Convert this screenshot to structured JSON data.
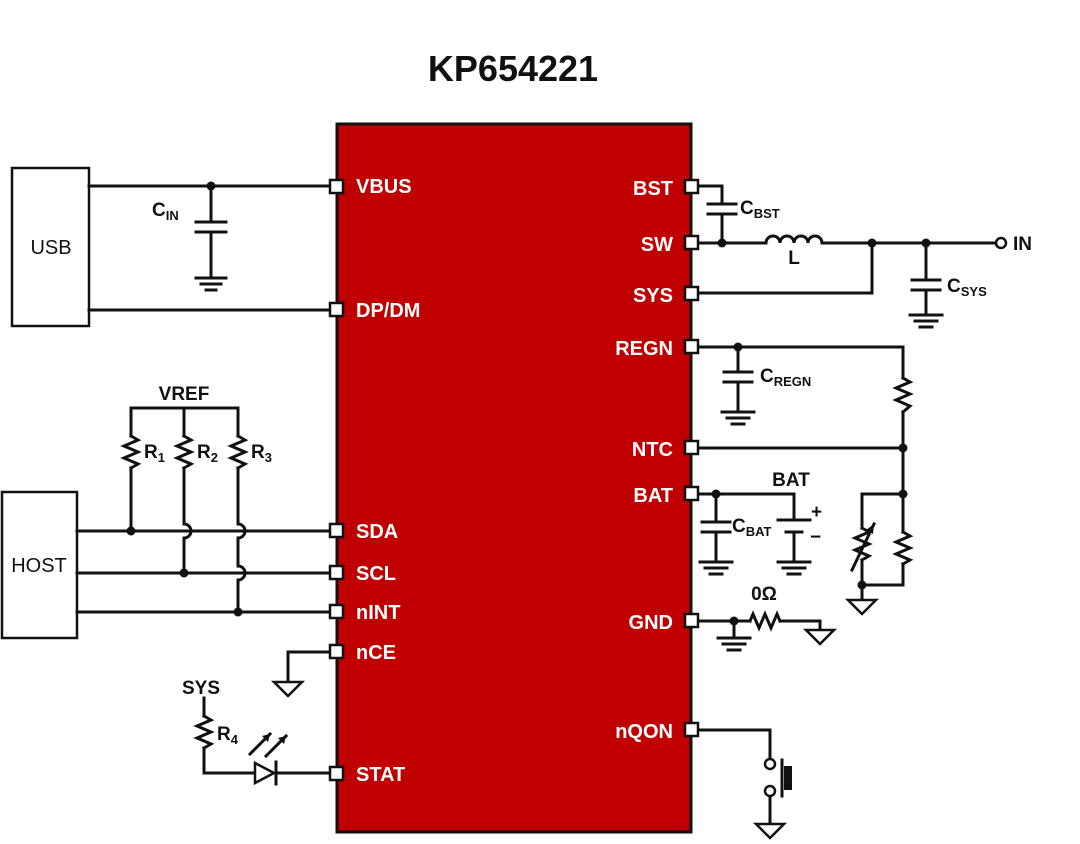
{
  "title": "KP654221",
  "blocks": {
    "usb": "USB",
    "host": "HOST"
  },
  "left_pins": [
    "VBUS",
    "DP/DM",
    "SDA",
    "SCL",
    "nINT",
    "nCE",
    "STAT"
  ],
  "right_pins": [
    "BST",
    "SW",
    "SYS",
    "REGN",
    "NTC",
    "BAT",
    "GND",
    "nQON"
  ],
  "labels": {
    "cin": {
      "main": "C",
      "sub": "IN"
    },
    "cbst": {
      "main": "C",
      "sub": "BST"
    },
    "csys": {
      "main": "C",
      "sub": "SYS"
    },
    "cregn": {
      "main": "C",
      "sub": "REGN"
    },
    "cbat": {
      "main": "C",
      "sub": "BAT"
    },
    "inductor": "L",
    "in_node": "IN",
    "bat": "BAT",
    "zero_ohm": "0Ω",
    "vref": "VREF",
    "sys_supply": "SYS",
    "r1": {
      "main": "R",
      "sub": "1"
    },
    "r2": {
      "main": "R",
      "sub": "2"
    },
    "r3": {
      "main": "R",
      "sub": "3"
    },
    "r4": {
      "main": "R",
      "sub": "4"
    },
    "plus": "+",
    "minus": "−"
  },
  "colors": {
    "chip": "#c00000",
    "wire": "#111111",
    "background": "#ffffff"
  }
}
